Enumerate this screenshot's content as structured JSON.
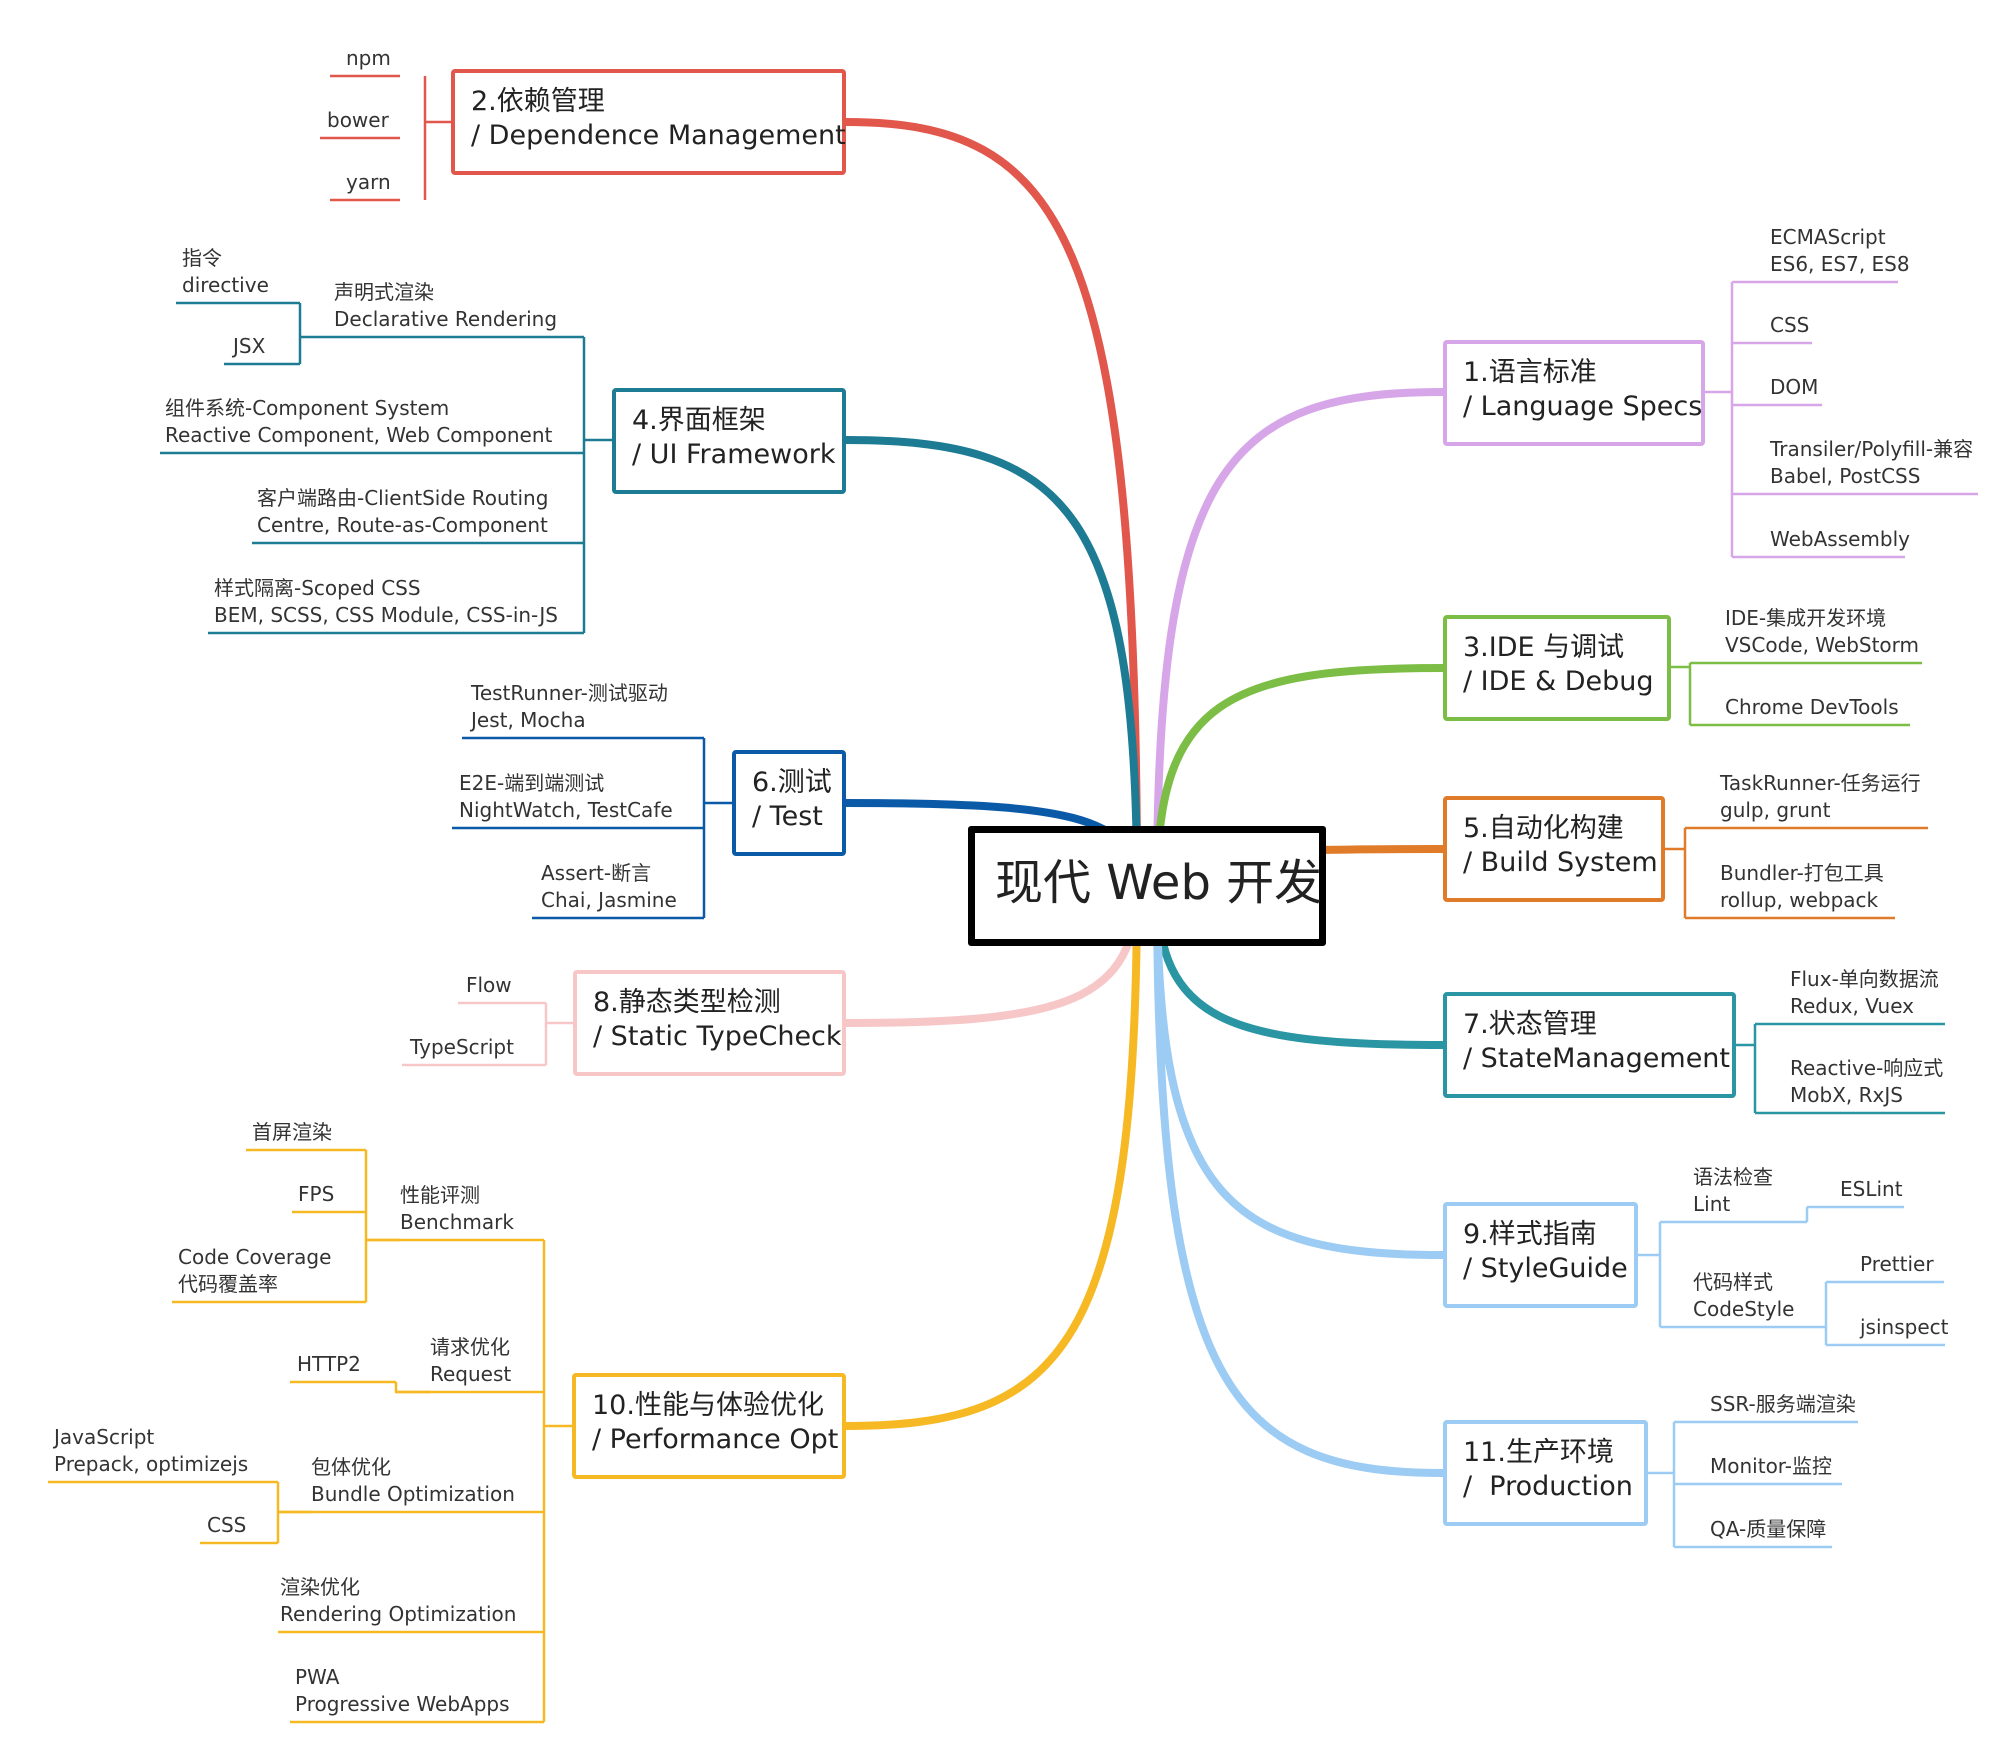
{
  "center": "现代 Web 开发",
  "branches": [
    {
      "id": "b1",
      "line1": "1.语言标准",
      "line2": "/ Language Specs",
      "color": "#d7a6e8",
      "leaves": [
        "ECMAScript\nES6, ES7, ES8",
        "CSS",
        "DOM",
        "Transiler/Polyfill-兼容\nBabel, PostCSS",
        "WebAssembly"
      ]
    },
    {
      "id": "b2",
      "line1": "2.依赖管理",
      "line2": "/ Dependence Management",
      "color": "#e1574c",
      "leaves": [
        "npm",
        "bower",
        "yarn"
      ]
    },
    {
      "id": "b3",
      "line1": "3.IDE 与调试",
      "line2": "/ IDE & Debug",
      "color": "#7cbd45",
      "leaves": [
        "IDE-集成开发环境\nVSCode, WebStorm",
        "Chrome DevTools"
      ]
    },
    {
      "id": "b4",
      "line1": "4.界面框架",
      "line2": "/ UI Framework",
      "color": "#1d7b93",
      "leaves": [
        "声明式渲染\nDeclarative Rendering",
        "指令\ndirective",
        "JSX",
        "组件系统-Component System\nReactive Component, Web Component",
        "客户端路由-ClientSide Routing\nCentre, Route-as-Component",
        "样式隔离-Scoped CSS\nBEM, SCSS, CSS Module, CSS-in-JS"
      ]
    },
    {
      "id": "b5",
      "line1": "5.自动化构建",
      "line2": "/ Build System",
      "color": "#e07b2a",
      "leaves": [
        "TaskRunner-任务运行\ngulp, grunt",
        "Bundler-打包工具\nrollup, webpack"
      ]
    },
    {
      "id": "b6",
      "line1": "6.测试",
      "line2": "/ Test",
      "color": "#0b5aa8",
      "leaves": [
        "TestRunner-测试驱动\nJest, Mocha",
        "E2E-端到端测试\nNightWatch, TestCafe",
        "Assert-断言\nChai, Jasmine"
      ]
    },
    {
      "id": "b7",
      "line1": "7.状态管理",
      "line2": "/ StateManagement",
      "color": "#2a96a3",
      "leaves": [
        "Flux-单向数据流\nRedux, Vuex",
        "Reactive-响应式\nMobX, RxJS"
      ]
    },
    {
      "id": "b8",
      "line1": "8.静态类型检测",
      "line2": "/ Static TypeCheck",
      "color": "#f7c7c8",
      "leaves": [
        "Flow",
        "TypeScript"
      ]
    },
    {
      "id": "b9",
      "line1": "9.样式指南",
      "line2": "/ StyleGuide",
      "color": "#9ccbf3",
      "leaves": [
        "语法检查\nLint",
        "ESLint",
        "代码样式\nCodeStyle",
        "Prettier",
        "jsinspect"
      ]
    },
    {
      "id": "b10",
      "line1": "10.性能与体验优化",
      "line2": "/ Performance Opt",
      "color": "#f6b924",
      "leaves": [
        "性能评测\nBenchmark",
        "首屏渲染",
        "FPS",
        "Code Coverage\n代码覆盖率",
        "请求优化\nRequest",
        "HTTP2",
        "包体优化\nBundle Optimization",
        "JavaScript\nPrepack, optimizejs",
        "CSS",
        "渲染优化\nRendering Optimization",
        "PWA\nProgressive WebApps"
      ]
    },
    {
      "id": "b11",
      "line1": "11.生产环境",
      "line2": "/  Production",
      "color": "#9ccbf3",
      "leaves": [
        "SSR-服务端渲染",
        "Monitor-监控",
        "QA-质量保障"
      ]
    }
  ]
}
